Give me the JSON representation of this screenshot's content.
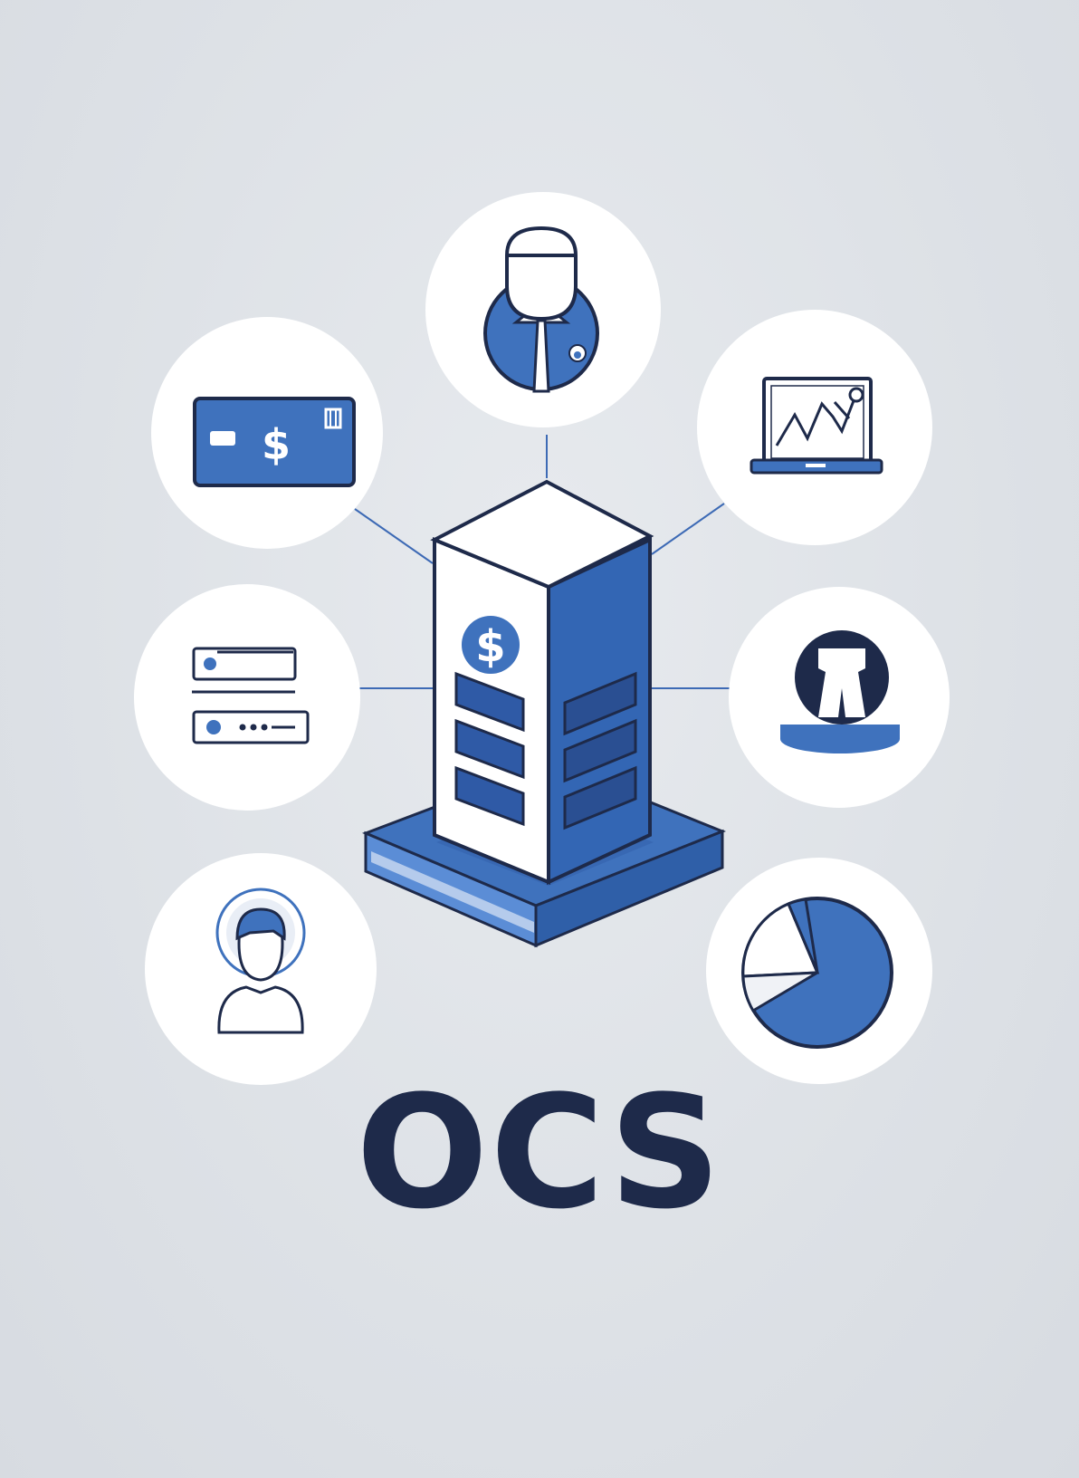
{
  "title": "OCS",
  "colors": {
    "background": "#dde1e6",
    "primary_blue": "#3f72bd",
    "dark_navy": "#1e2a4a",
    "white": "#ffffff"
  },
  "hub": {
    "icon": "server-tower-icon",
    "glyph": "$"
  },
  "nodes": [
    {
      "position": "top",
      "icon": "businessman-icon"
    },
    {
      "position": "upper-left",
      "icon": "payment-card-icon",
      "glyph": "$"
    },
    {
      "position": "upper-right",
      "icon": "analytics-laptop-icon"
    },
    {
      "position": "middle-left",
      "icon": "account-list-icon"
    },
    {
      "position": "middle-right",
      "icon": "user-avatar-icon"
    },
    {
      "position": "lower-left",
      "icon": "customer-profile-icon"
    },
    {
      "position": "lower-right",
      "icon": "pie-chart-icon"
    }
  ]
}
